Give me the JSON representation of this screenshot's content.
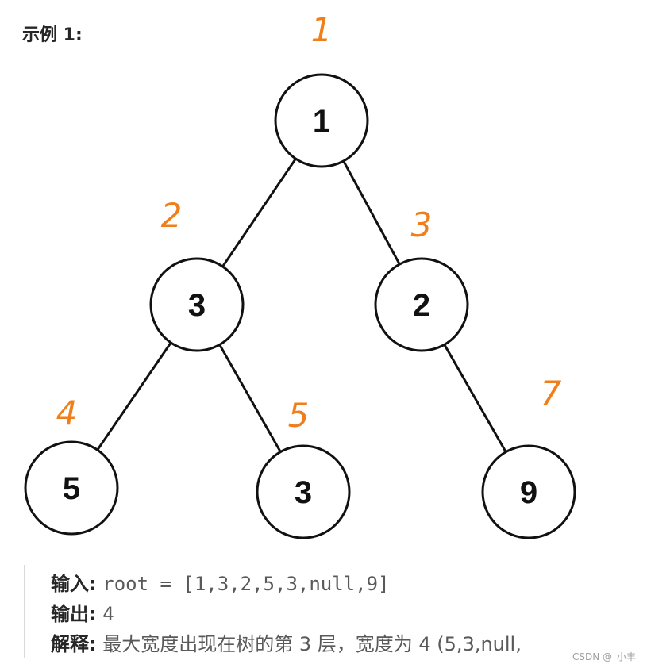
{
  "heading": "示例 1:",
  "tree": {
    "nodes": [
      {
        "id": "n1",
        "value": "1",
        "level": 0,
        "pos": 0
      },
      {
        "id": "n3a",
        "value": "3",
        "level": 1,
        "pos": 0
      },
      {
        "id": "n2",
        "value": "2",
        "level": 1,
        "pos": 1
      },
      {
        "id": "n5",
        "value": "5",
        "level": 2,
        "pos": 0
      },
      {
        "id": "n3b",
        "value": "3",
        "level": 2,
        "pos": 1
      },
      {
        "id": "n9",
        "value": "9",
        "level": 2,
        "pos": 3
      }
    ],
    "edges": [
      [
        "n1",
        "n3a"
      ],
      [
        "n1",
        "n2"
      ],
      [
        "n3a",
        "n5"
      ],
      [
        "n3a",
        "n3b"
      ],
      [
        "n2",
        "n9"
      ]
    ],
    "annotations": [
      {
        "for": "n1",
        "label": "1"
      },
      {
        "for": "n3a",
        "label": "2"
      },
      {
        "for": "n2",
        "label": "3"
      },
      {
        "for": "n5",
        "label": "4"
      },
      {
        "for": "n3b",
        "label": "5"
      },
      {
        "for": "n9",
        "label": "7"
      }
    ],
    "node_stroke": "#111111",
    "annotation_color": "#f07f1b"
  },
  "example": {
    "input_label": "输入:",
    "input_value": "root = [1,3,2,5,3,null,9]",
    "output_label": "输出:",
    "output_value": "4",
    "explain_label": "解释:",
    "explain_text": "最大宽度出现在树的第 3 层，宽度为 4 (5,3,null,"
  },
  "watermark": "CSDN @_小丰_"
}
